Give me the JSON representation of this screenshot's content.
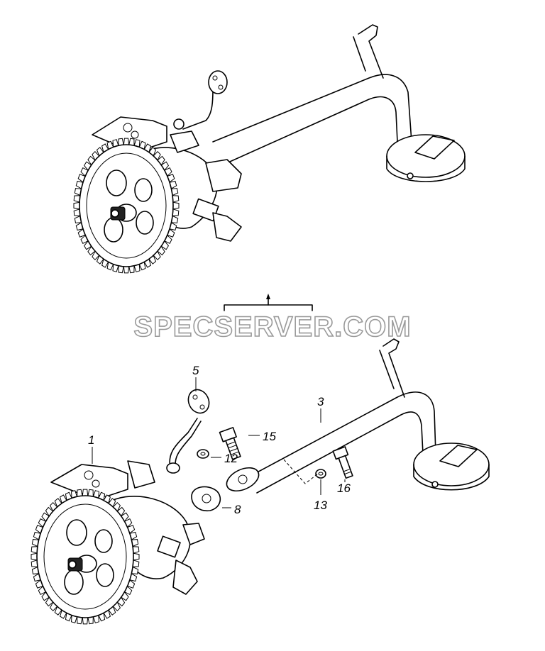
{
  "watermark": "SPECSERVER.COM",
  "callouts": [
    {
      "id": "1",
      "label": "1"
    },
    {
      "id": "3",
      "label": "3"
    },
    {
      "id": "5",
      "label": "5"
    },
    {
      "id": "8",
      "label": "8"
    },
    {
      "id": "12",
      "label": "12"
    },
    {
      "id": "13",
      "label": "13"
    },
    {
      "id": "15",
      "label": "15"
    },
    {
      "id": "16",
      "label": "16"
    }
  ],
  "icons": {
    "gear": "gear-icon",
    "pipe": "pipe-icon",
    "strainer": "strainer-icon",
    "bolt": "bolt-icon",
    "washer": "washer-icon",
    "gasket": "gasket-icon"
  }
}
